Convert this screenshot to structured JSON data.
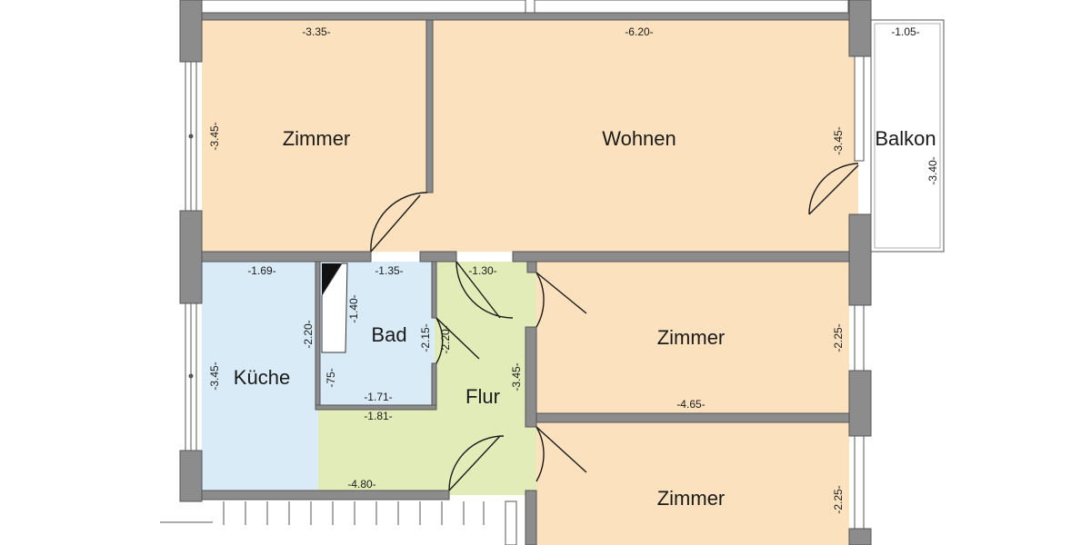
{
  "colors": {
    "room": "#fbe1bd",
    "wet": "#d9ebf7",
    "hall": "#e2ecb9",
    "wall": "#8c8c8c",
    "wall_edge": "#555555",
    "line": "#1a1a1a"
  },
  "rooms": {
    "zimmer_top": "Zimmer",
    "wohnen": "Wohnen",
    "balkon": "Balkon",
    "kueche": "Küche",
    "bad": "Bad",
    "flur": "Flur",
    "zimmer_mid": "Zimmer",
    "zimmer_bottom": "Zimmer"
  },
  "dims": {
    "zimmer_top_w": "-3.35-",
    "wohnen_w": "-6.20-",
    "balkon_w": "-1.05-",
    "zimmer_top_h": "-3.45-",
    "wohnen_h": "-3.45-",
    "balkon_h": "-3.40-",
    "kueche_w": "-1.69-",
    "bad_w": "-1.35-",
    "flur_w": "-1.30-",
    "bad_inner_h": "-1.40-",
    "kueche_wall": "-2.20-",
    "bad_h": "-2.15-",
    "bad_door_h": "-2.20-",
    "flur_h": "-3.45-",
    "bad_small": "-75-",
    "bad_bottom_inner": "-1.71-",
    "bad_bottom_outer": "-1.81-",
    "kueche_h": "-3.45-",
    "kueche_bottom": "-4.80-",
    "zimmer_mid_w": "-4.65-",
    "zimmer_mid_h": "-2.25-",
    "zimmer_bottom_h": "-2.25-"
  }
}
